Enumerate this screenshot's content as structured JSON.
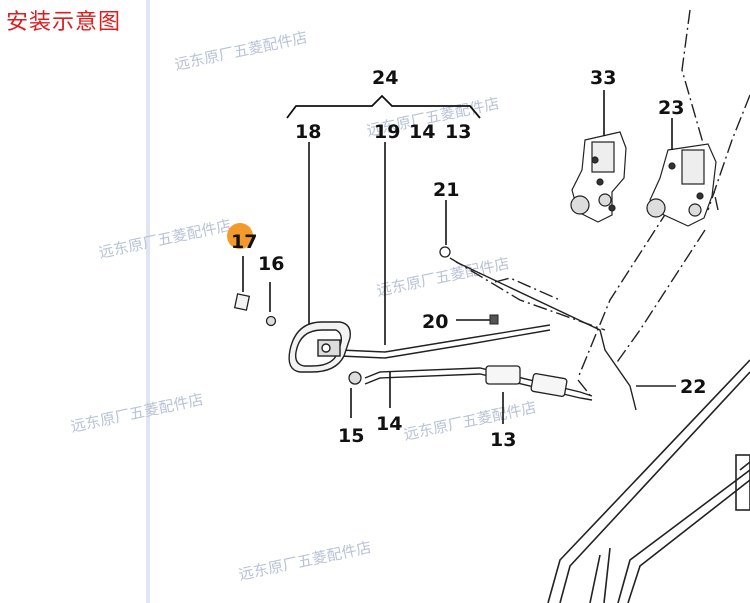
{
  "title": "安装示意图",
  "watermark": "远东原厂五菱配件店",
  "highlight_color": "#f39a2b",
  "callouts": {
    "c24": "24",
    "c33": "33",
    "c23": "23",
    "c18": "18",
    "c19": "19",
    "c14a": "14",
    "c13a": "13",
    "c21": "21",
    "c17": "17",
    "c16": "16",
    "c20": "20",
    "c22": "22",
    "c14b": "14",
    "c15": "15",
    "c13b": "13"
  }
}
